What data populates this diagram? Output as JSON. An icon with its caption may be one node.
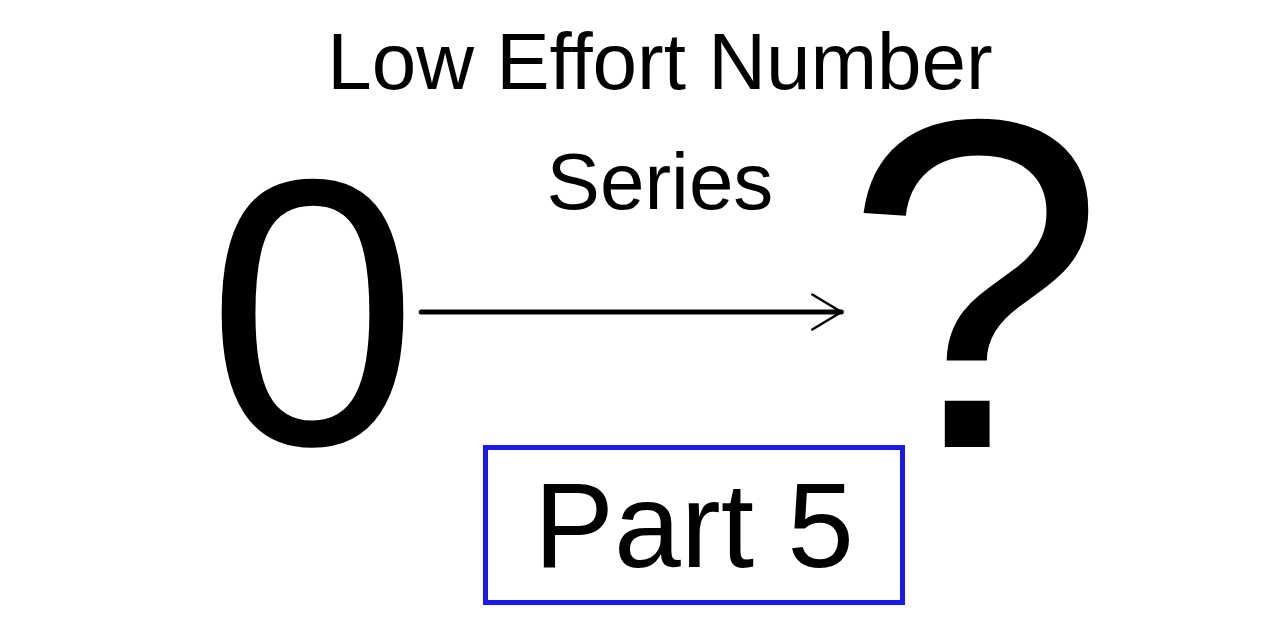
{
  "diagram": {
    "title": "Low Effort Number Series",
    "nodes": [
      {
        "text": [
          "0"
        ]
      },
      {
        "text": [
          "?"
        ]
      },
      {
        "text": [
          "Part 5"
        ]
      }
    ],
    "edges": [
      {
        "from": 0,
        "to": 1,
        "arrow": "to"
      }
    ]
  }
}
